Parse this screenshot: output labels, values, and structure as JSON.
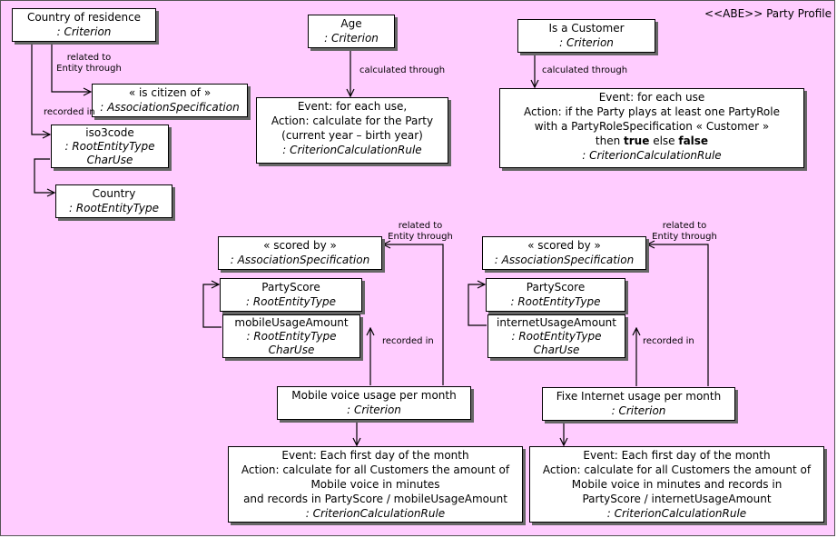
{
  "title": "<<ABE>> Party Profile",
  "boxes": {
    "country_criterion": {
      "name": "Country of residence",
      "type": ": Criterion"
    },
    "is_citizen_of": {
      "name": "« is citizen of »",
      "type": ": AssociationSpecification"
    },
    "iso3code": {
      "name": "iso3code",
      "type": ": RootEntityType",
      "type2": "CharUse"
    },
    "country": {
      "name": "Country",
      "type": ": RootEntityType"
    },
    "age": {
      "name": "Age",
      "type": ": Criterion"
    },
    "age_rule": {
      "l1": "Event: for each use,",
      "l2": "Action: calculate for the Party",
      "l3": "(current year – birth year)",
      "type": ": CriterionCalculationRule"
    },
    "is_customer": {
      "name": "Is a Customer",
      "type": ": Criterion"
    },
    "customer_rule": {
      "l1": "Event: for each use",
      "l2": "Action: if the Party plays at least one PartyRole",
      "l3": "with a PartyRoleSpecification « Customer »",
      "l4a": "then ",
      "l4b": "true",
      "l4c": " else ",
      "l4d": "false",
      "type": ": CriterionCalculationRule"
    },
    "scored_by_1": {
      "name": "« scored by »",
      "type": ": AssociationSpecification"
    },
    "party_score_1": {
      "name": "PartyScore",
      "type": ": RootEntityType"
    },
    "mobile_usage": {
      "name": "mobileUsageAmount",
      "type": ": RootEntityType",
      "type2": "CharUse"
    },
    "mobile_criterion": {
      "name": "Mobile voice usage per month",
      "type": ": Criterion"
    },
    "mobile_rule": {
      "l1": "Event: Each first day of the month",
      "l2": "Action: calculate for all Customers the amount of",
      "l3": "Mobile voice in minutes",
      "l4": "and records in PartyScore / mobileUsageAmount",
      "type": ": CriterionCalculationRule"
    },
    "scored_by_2": {
      "name": "« scored by »",
      "type": ": AssociationSpecification"
    },
    "party_score_2": {
      "name": "PartyScore",
      "type": ": RootEntityType"
    },
    "internet_usage": {
      "name": "internetUsageAmount",
      "type": ": RootEntityType",
      "type2": "CharUse"
    },
    "internet_criterion": {
      "name": "Fixe Internet usage per month",
      "type": ": Criterion"
    },
    "internet_rule": {
      "l1": "Event: Each first day of the month",
      "l2": "Action: calculate for all Customers the amount of",
      "l3": "Mobile voice in minutes and records in",
      "l4": "PartyScore / internetUsageAmount",
      "type": ": CriterionCalculationRule"
    }
  },
  "labels": {
    "related_to_1a": "related to",
    "related_to_1b": "Entity through",
    "recorded_in_1": "recorded in",
    "calculated_through_1": "calculated through",
    "calculated_through_2": "calculated through",
    "related_to_2a": "related to",
    "related_to_2b": "Entity through",
    "recorded_in_2": "recorded in",
    "related_to_3a": "related to",
    "related_to_3b": "Entity through",
    "recorded_in_3": "recorded in"
  }
}
